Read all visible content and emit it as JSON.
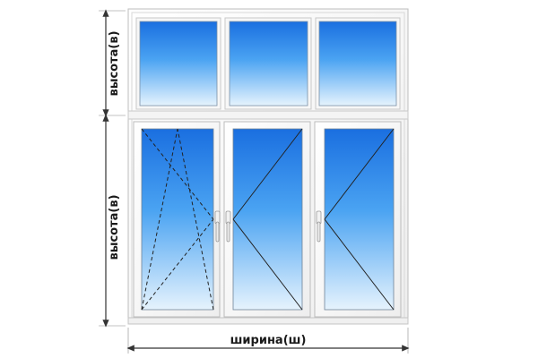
{
  "dimensions": {
    "top_height_label": "высота(в)",
    "bottom_height_label": "высота(в)",
    "width_label": "ширина(ш)"
  },
  "window": {
    "transom_panes": 3,
    "sashes": [
      {
        "opening": "tilt-and-turn",
        "hinge_side": "left"
      },
      {
        "opening": "turn",
        "hinge_side": "right"
      },
      {
        "opening": "turn",
        "hinge_side": "right"
      }
    ]
  },
  "colors": {
    "frame": "#fbfbfb",
    "glass_top": "#1a6fe0",
    "glass_bottom": "#e6f3fd",
    "arrow": "#333333"
  }
}
